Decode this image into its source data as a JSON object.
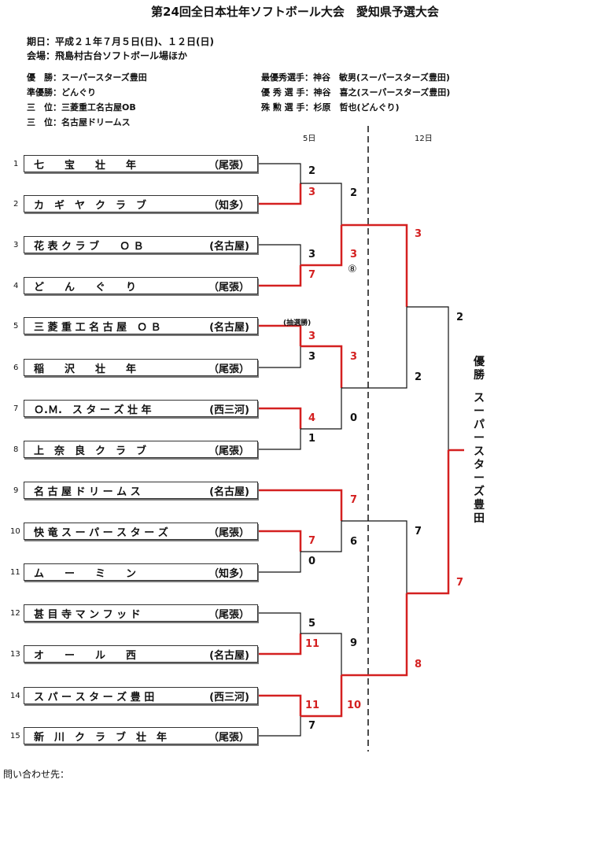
{
  "title": "第24回全日本壮年ソフトボール大会　愛知県予選大会",
  "dates_label": "期日：平成２１年７月５日(日)、１２日(日)",
  "venue_label": "会場：飛島村古台ソフトボール場ほか",
  "awards_left": [
    "優　勝：スーパースターズ豊田",
    "準優勝：どんぐり",
    "三　位：三菱重工名古屋OB",
    "三　位：名古屋ドリームス"
  ],
  "awards_right": [
    "最優秀選手：神谷　敏男(スーパースターズ豊田)",
    "優 秀 選 手：神谷　喜之(スーパースターズ豊田)",
    "殊 勲 選 手：杉原　哲也(どんぐり)"
  ],
  "day1_label": "5日",
  "day2_label": "12日",
  "teams": [
    {
      "seed": "1",
      "name": "七　　宝　　壮　　年",
      "region": "（尾張）"
    },
    {
      "seed": "2",
      "name": "カ　ギ　ヤ　ク　ラ　ブ",
      "region": "（知多）"
    },
    {
      "seed": "3",
      "name": "花 表 ク ラ ブ　　Ｏ Ｂ",
      "region": "(名古屋)"
    },
    {
      "seed": "4",
      "name": "ど　　ん　　ぐ　　り",
      "region": "（尾張）"
    },
    {
      "seed": "5",
      "name": "三 菱 重 工 名 古 屋　Ｏ Ｂ",
      "region": "(名古屋)"
    },
    {
      "seed": "6",
      "name": "稲　　沢　　壮　　年",
      "region": "（尾張）"
    },
    {
      "seed": "7",
      "name": "Ｏ.Ｍ.　ス タ ー ズ 壮 年",
      "region": "(西三河)"
    },
    {
      "seed": "8",
      "name": "上　奈　良　ク　ラ　ブ",
      "region": "（尾張）"
    },
    {
      "seed": "9",
      "name": "名 古 屋 ド リ ー ム ス",
      "region": "(名古屋)"
    },
    {
      "seed": "10",
      "name": "快 竜 ス ー パ ー ス タ ー ズ",
      "region": "（尾張）"
    },
    {
      "seed": "11",
      "name": "ム　　ー　　ミ　　ン",
      "region": "（知多）"
    },
    {
      "seed": "12",
      "name": "甚 目 寺 マ ン フ ッ ド",
      "region": "（尾張）"
    },
    {
      "seed": "13",
      "name": "オ　　ー　　ル　　西",
      "region": "(名古屋)"
    },
    {
      "seed": "14",
      "name": "ス パ ー ス タ ー ズ 豊 田",
      "region": "(西三河)"
    },
    {
      "seed": "15",
      "name": "新　川　ク　ラ　ブ　壮　年",
      "region": "（尾張）"
    }
  ],
  "scores": {
    "r1_m1_top": "2",
    "r1_m1_bot": "3",
    "r1_m2_top": "3",
    "r1_m2_bot": "7",
    "r1_m3_top": "3",
    "r1_m3_bot": "3",
    "r1_m4_top": "4",
    "r1_m4_bot": "1",
    "r1_m5_top": "7",
    "r1_m5_bot": "0",
    "r1_m6_top": "5",
    "r1_m6_bot": "11",
    "r1_m7_top": "11",
    "r1_m7_bot": "7",
    "r2_m1_top": "2",
    "r2_m1_bot": "3",
    "r2_m2_top": "3",
    "r2_m2_bot": "0",
    "r2_m3_top": "7",
    "r2_m3_bot": "6",
    "r2_m4_top": "9",
    "r2_m4_bot": "10",
    "r3_m1_top": "3",
    "r3_m1_bot": "2",
    "r3_m2_top": "7",
    "r3_m2_bot": "8",
    "final_top": "2",
    "final_bot": "7"
  },
  "lottery_note": "(抽選勝)",
  "game_number": "⑧",
  "champion_label": "優勝",
  "champion_team": "スーパースターズ豊田",
  "footer": "問い合わせ先：",
  "colors": {
    "win": "#d42020",
    "line": "#111111"
  }
}
